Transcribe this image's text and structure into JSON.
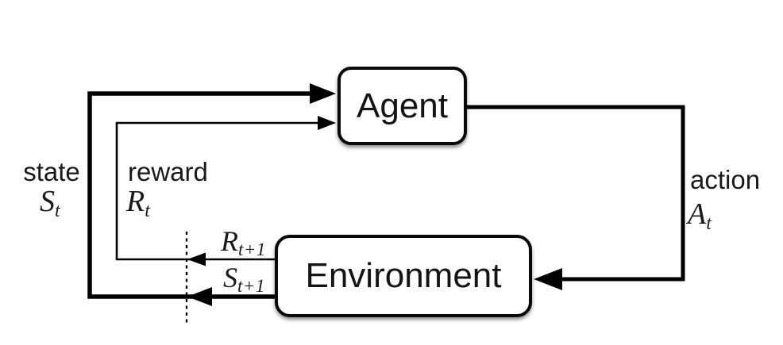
{
  "diagram": {
    "type": "agent-environment-interaction-loop",
    "boxes": {
      "agent": {
        "label": "Agent"
      },
      "environment": {
        "label": "Environment"
      }
    },
    "signals": {
      "state": {
        "word": "state",
        "symbol": "S",
        "subscript": "t"
      },
      "reward": {
        "word": "reward",
        "symbol": "R",
        "subscript": "t"
      },
      "action": {
        "word": "action",
        "symbol": "A",
        "subscript": "t"
      },
      "next_reward": {
        "symbol": "R",
        "subscript": "t+1"
      },
      "next_state": {
        "symbol": "S",
        "subscript": "t+1"
      }
    },
    "colors": {
      "line": "#000000",
      "background": "#ffffff",
      "box_fill": "#ffffff",
      "box_border": "#0a0a0a"
    }
  }
}
